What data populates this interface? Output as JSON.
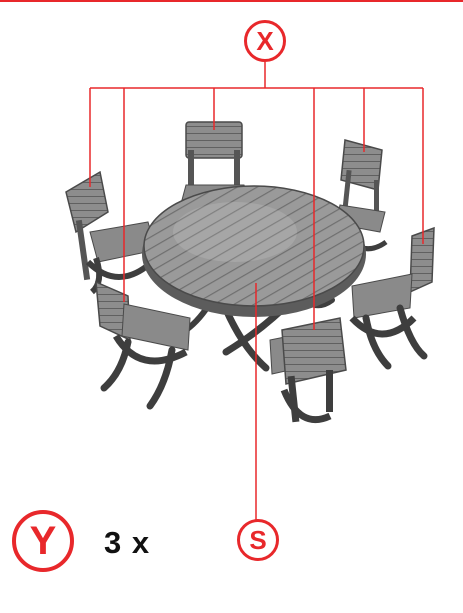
{
  "labels": {
    "chair_callout": "X",
    "table_callout": "S",
    "set_callout": "Y",
    "quantity": "3 x"
  },
  "colors": {
    "accent": "#e8282b",
    "wood_light": "#a9a9a9",
    "wood_mid": "#8a8a8a",
    "wood_dark": "#555555",
    "frame": "#3e3e3e"
  }
}
